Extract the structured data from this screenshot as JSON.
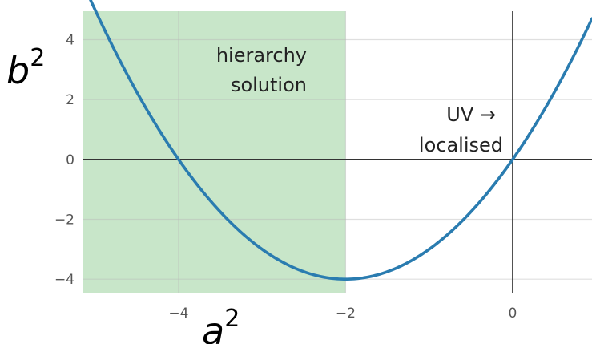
{
  "chart_data": {
    "type": "line",
    "xlabel_base": "a",
    "xlabel_exp": "2",
    "ylabel_base": "b",
    "ylabel_exp": "2",
    "xlim": [
      -5.15,
      0.95
    ],
    "ylim": [
      -4.45,
      4.95
    ],
    "xticks": [
      -4,
      -2,
      0
    ],
    "yticks": [
      -4,
      -2,
      0,
      2,
      4
    ],
    "xtick_labels": [
      "−4",
      "−2",
      "0"
    ],
    "ytick_labels": [
      "−4",
      "−2",
      "0",
      "2",
      "4"
    ],
    "grid": true,
    "series": [
      {
        "function": "x^2 + 4x",
        "x_range": [
          -5.15,
          0.95
        ],
        "color": "#2a7cb0"
      }
    ],
    "shaded_region": {
      "x": [
        -5.15,
        -2
      ],
      "color": "#c8e6c9",
      "label_lines": [
        "hierarchy",
        "solution"
      ]
    },
    "zero_lines": {
      "x": 0,
      "y": 0,
      "color": "#333333"
    },
    "annotation": {
      "lines": [
        "UV →",
        "localised"
      ],
      "x": -0.1,
      "y_lines": [
        1.4,
        0.5
      ]
    }
  }
}
